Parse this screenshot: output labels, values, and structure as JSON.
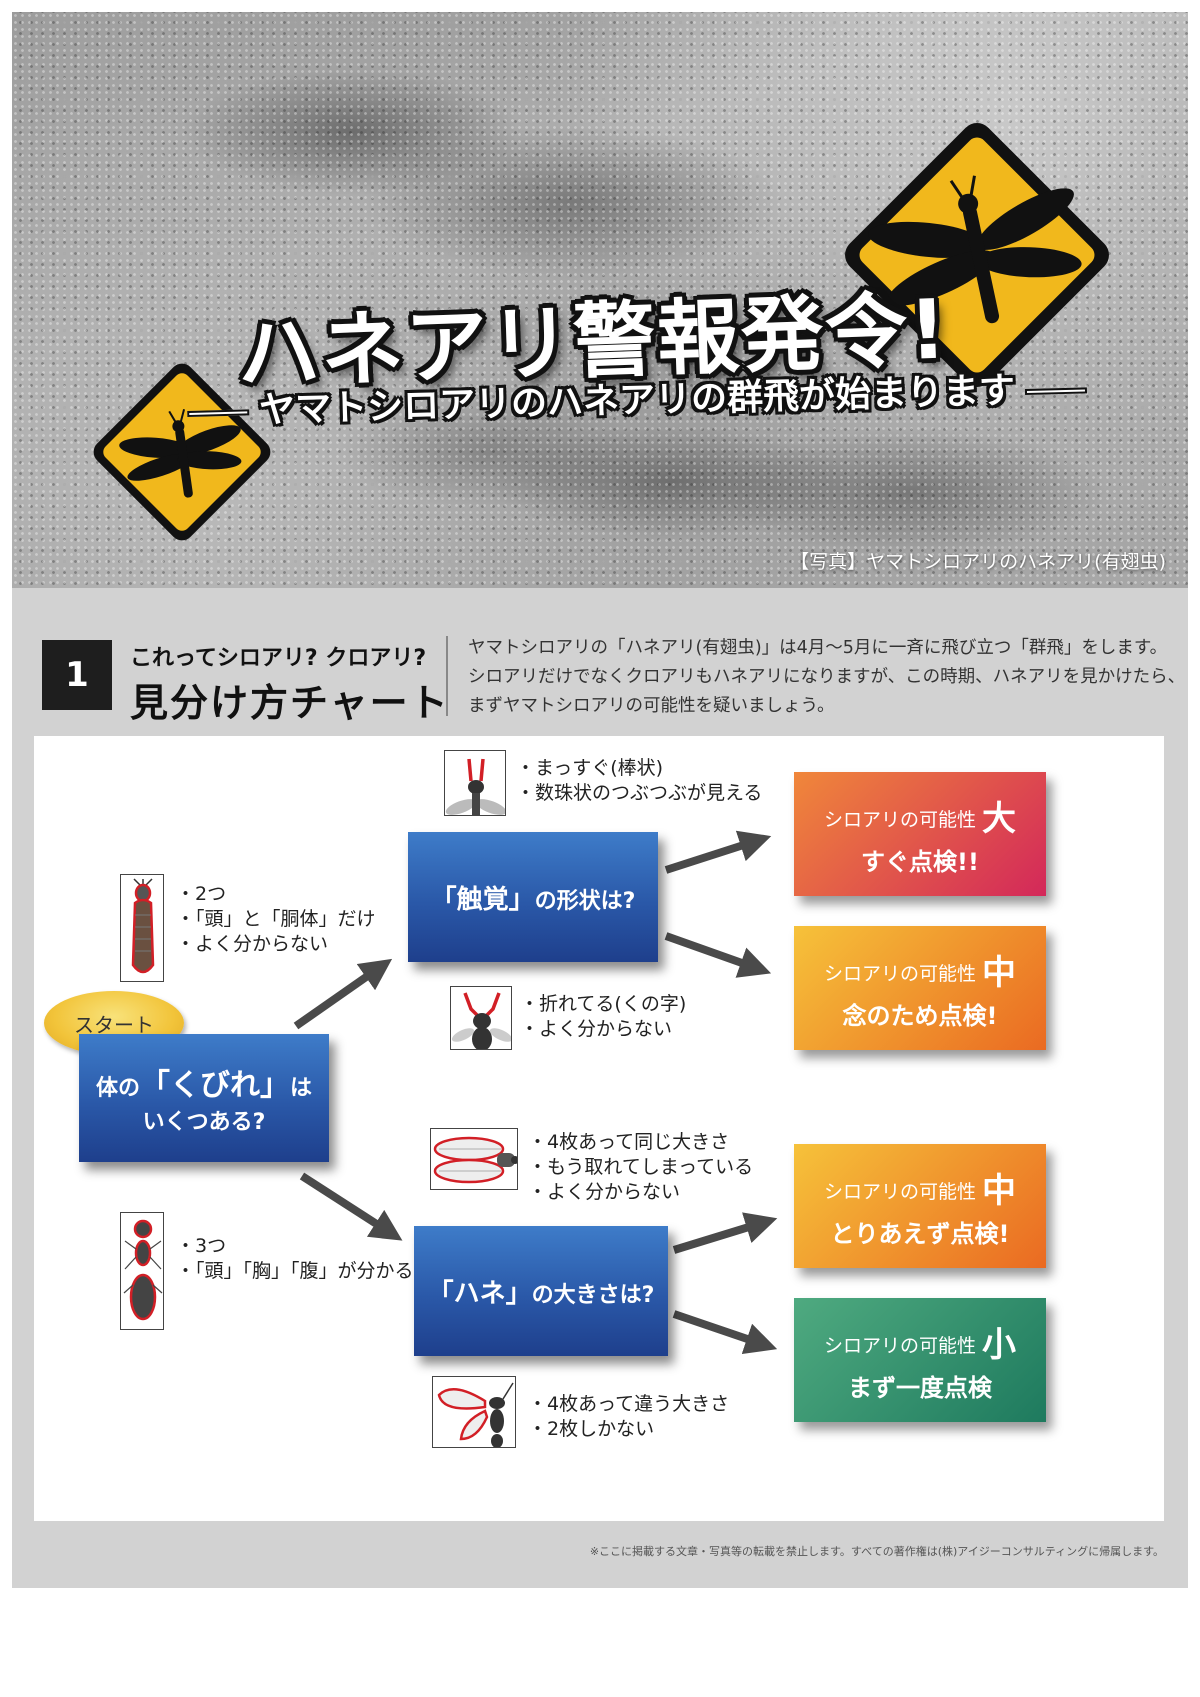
{
  "hero": {
    "title": "ハネアリ警報発令!",
    "subtitle": "ヤマトシロアリのハネアリの群飛が始まります",
    "caption": "【写真】ヤマトシロアリのハネアリ(有翅虫)"
  },
  "section": {
    "number": "1",
    "kicker": "これってシロアリ? クロアリ?",
    "title": "見分け方チャート",
    "description": [
      "ヤマトシロアリの「ハネアリ(有翅虫)」は4月〜5月に一斉に飛び立つ「群飛」をします。",
      "シロアリだけでなくクロアリもハネアリになりますが、この時期、ハネアリを見かけたら、",
      "まずヤマトシロアリの可能性を疑いましょう。"
    ],
    "copyright": "※ここに掲載する文章・写真等の転載を禁止します。すべての著作権は(株)アイジーコンサルティングに帰属します。"
  },
  "chart": {
    "start_label": "スタート",
    "q1": {
      "pre": "体の",
      "key": "「くびれ」",
      "post": "は",
      "line2": "いくつある?"
    },
    "q2": {
      "key": "「触覚」",
      "post": "の形状は?"
    },
    "q3": {
      "key": "「ハネ」",
      "post": "の大きさは?"
    },
    "clue_waist_two": [
      "・2つ",
      "・「頭」と「胴体」だけ",
      "・よく分からない"
    ],
    "clue_waist_three": [
      "・3つ",
      "・「頭」「胸」「腹」が分かる"
    ],
    "clue_antenna_straight": [
      "・まっすぐ(棒状)",
      "・数珠状のつぶつぶが見える"
    ],
    "clue_antenna_bent": [
      "・折れてる(くの字)",
      "・よく分からない"
    ],
    "clue_wings_same": [
      "・4枚あって同じ大きさ",
      "・もう取れてしまっている",
      "・よく分からない"
    ],
    "clue_wings_diff": [
      "・4枚あって違う大きさ",
      "・2枚しかない"
    ],
    "results": [
      {
        "l1": "シロアリの可能性",
        "level": "大",
        "l2": "すぐ点検!!",
        "color_top": "#f0873a",
        "color_bottom": "#d3285a"
      },
      {
        "l1": "シロアリの可能性",
        "level": "中",
        "l2": "念のため点検!",
        "color_top": "#f6c23a",
        "color_bottom": "#ea6a22"
      },
      {
        "l1": "シロアリの可能性",
        "level": "中",
        "l2": "とりあえず点検!",
        "color_top": "#f6c23a",
        "color_bottom": "#ea6a22"
      },
      {
        "l1": "シロアリの可能性",
        "level": "小",
        "l2": "まず一度点検",
        "color_top": "#4faa80",
        "color_bottom": "#1e7a5e"
      }
    ]
  },
  "colors": {
    "question_blue": "#2a58a8",
    "sign_yellow": "#f1b81c",
    "highlight_red": "#d21f26"
  }
}
